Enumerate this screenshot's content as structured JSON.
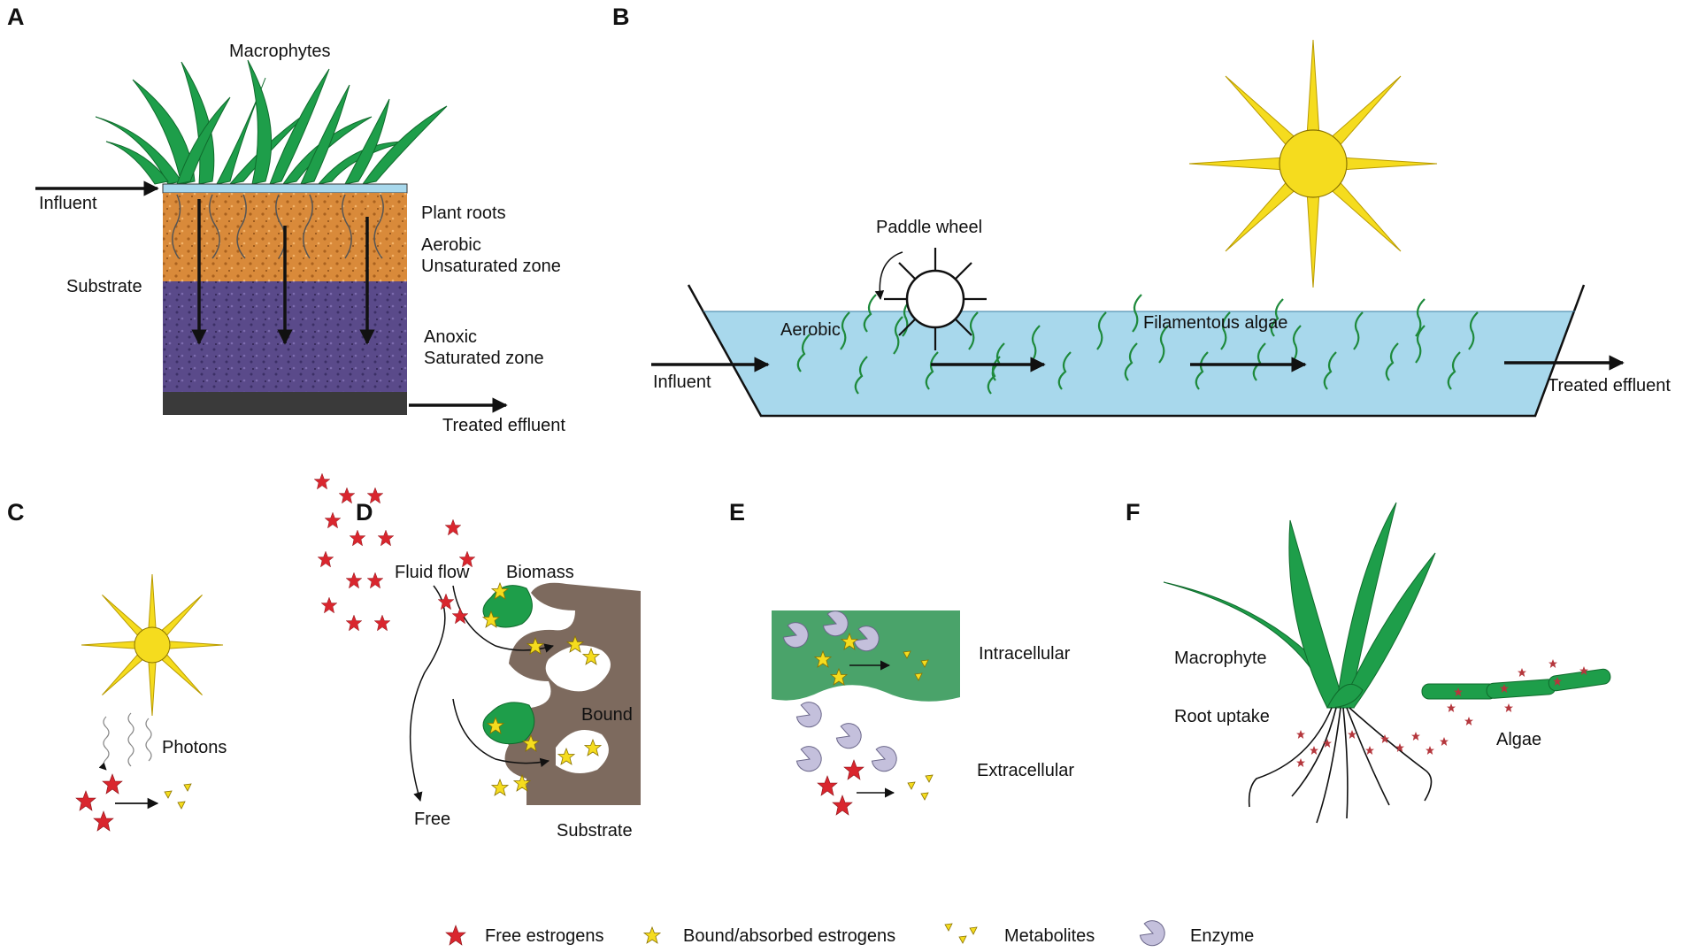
{
  "panels": {
    "a": {
      "letter": "A",
      "macrophytes": "Macrophytes",
      "influent": "Influent",
      "substrate": "Substrate",
      "plant_roots": "Plant roots",
      "aerobic": "Aerobic",
      "unsaturated_zone": "Unsaturated zone",
      "anoxic": "Anoxic",
      "saturated_zone": "Saturated zone",
      "treated_effluent": "Treated effluent"
    },
    "b": {
      "letter": "B",
      "paddle_wheel": "Paddle wheel",
      "aerobic": "Aerobic",
      "filamentous_algae": "Filamentous algae",
      "influent": "Influent",
      "treated_effluent": "Treated effluent"
    },
    "c": {
      "letter": "C",
      "photons": "Photons"
    },
    "d": {
      "letter": "D",
      "fluid_flow": "Fluid flow",
      "biomass": "Biomass",
      "bound": "Bound",
      "free": "Free",
      "substrate": "Substrate"
    },
    "e": {
      "letter": "E",
      "intracellular": "Intracellular",
      "extracellular": "Extracellular"
    },
    "f": {
      "letter": "F",
      "macrophyte": "Macrophyte",
      "root_uptake": "Root uptake",
      "algae": "Algae"
    }
  },
  "legend": {
    "free_estrogens": "Free estrogens",
    "bound_estrogens": "Bound/absorbed estrogens",
    "metabolites": "Metabolites",
    "enzyme": "Enzyme"
  },
  "colors": {
    "plant_green": "#1e9e4a",
    "water_blue": "#a8d8ec",
    "topsoil_orange": "#d98a3a",
    "subsoil_purple": "#5a4a8a",
    "sun_yellow": "#f5dc1e",
    "substrate_brown": "#7d6a5e",
    "estrogen_red": "#d9262e",
    "enzyme_lavender": "#c4c0dc"
  }
}
